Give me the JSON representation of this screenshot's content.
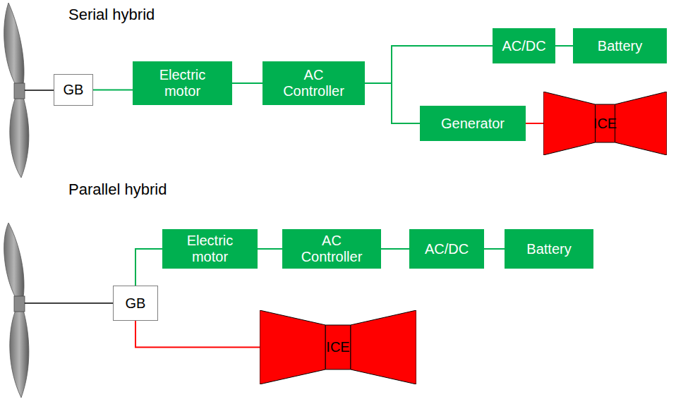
{
  "diagram": {
    "nodes": [
      {
        "text": [
          "GB"
        ]
      },
      {
        "text": [
          "Electric motor"
        ]
      },
      {
        "text": [
          "AC Controller"
        ]
      },
      {
        "text": [
          "AC/DC"
        ]
      },
      {
        "text": [
          "Battery"
        ]
      },
      {
        "text": [
          "Generator"
        ]
      },
      {
        "text": [
          "ICE"
        ]
      },
      {
        "text": [
          "GB"
        ]
      },
      {
        "text": [
          "Electric motor"
        ]
      },
      {
        "text": [
          "AC Controller"
        ]
      },
      {
        "text": [
          "AC/DC"
        ]
      },
      {
        "text": [
          "Battery"
        ]
      },
      {
        "text": [
          "ICE"
        ]
      }
    ],
    "edges": [
      {
        "from": 0,
        "to": 1,
        "arrow": "none"
      },
      {
        "from": 1,
        "to": 2,
        "arrow": "none"
      },
      {
        "from": 2,
        "to": 3,
        "arrow": "none"
      },
      {
        "from": 3,
        "to": 4,
        "arrow": "none"
      },
      {
        "from": 2,
        "to": 5,
        "arrow": "none"
      },
      {
        "from": 5,
        "to": 6,
        "arrow": "none"
      },
      {
        "from": 7,
        "to": 8,
        "arrow": "none"
      },
      {
        "from": 8,
        "to": 9,
        "arrow": "none"
      },
      {
        "from": 9,
        "to": 10,
        "arrow": "none"
      },
      {
        "from": 10,
        "to": 11,
        "arrow": "none"
      },
      {
        "from": 7,
        "to": 12,
        "arrow": "none"
      }
    ],
    "labels": [
      "Serial hybrid",
      "Parallel hybrid"
    ]
  }
}
